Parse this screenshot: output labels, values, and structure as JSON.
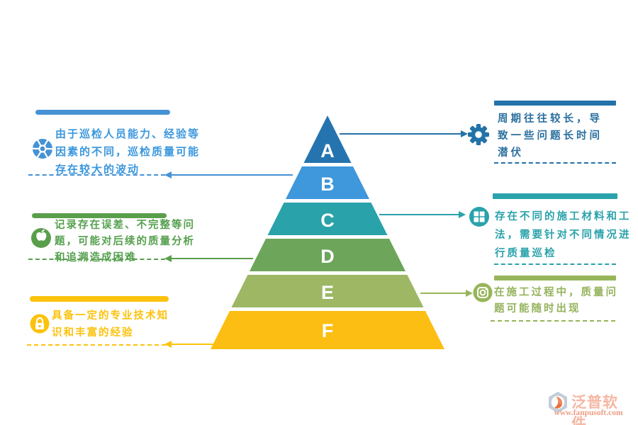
{
  "pyramid": {
    "levels": [
      {
        "label": "A",
        "color": "#2574af"
      },
      {
        "label": "B",
        "color": "#3f97dc"
      },
      {
        "label": "C",
        "color": "#29a2aa"
      },
      {
        "label": "D",
        "color": "#6da55b"
      },
      {
        "label": "E",
        "color": "#9db765"
      },
      {
        "label": "F",
        "color": "#fcbe12"
      }
    ]
  },
  "left_blocks": [
    {
      "icon": "aperture-icon",
      "accent": "#4592d5",
      "text_color": "#3b97dd",
      "lines": [
        "由于巡检人员能力、经验等",
        "因素的不同，巡检质量可能",
        "存在较大的波动"
      ]
    },
    {
      "icon": "apple-icon",
      "accent": "#5a9e4b",
      "text_color": "#55a04e",
      "lines": [
        "记录存在误差、不完整等问",
        "题，可能对后续的质量分析",
        "和追溯造成困难"
      ]
    },
    {
      "icon": "lock-icon",
      "accent": "#fcc20c",
      "text_color": "#fcc20c",
      "lines": [
        "具备一定的专业技术知",
        "识和丰富的经验"
      ]
    }
  ],
  "right_blocks": [
    {
      "icon": "gear-icon",
      "accent": "#2372a8",
      "text_color": "#2b6f9f",
      "lines": [
        "周期往往较长，导",
        "致一些问题长时间",
        "潜伏"
      ]
    },
    {
      "icon": "windows-icon",
      "accent": "#2aa2ab",
      "text_color": "#2aa2ab",
      "lines": [
        "存在不同的施工材料和工",
        "法，需要针对不同情况进",
        "行质量巡检"
      ]
    },
    {
      "icon": "instagram-icon",
      "accent": "#97b559",
      "text_color": "#95b35c",
      "lines": [
        "在施工过程中，质量问",
        "题可能随时出现"
      ]
    }
  ],
  "logo": {
    "name": "泛普软件",
    "url": "www.fanpusoft.com",
    "name_color": "#f5b7a3",
    "url_color": "#ee9e85"
  }
}
